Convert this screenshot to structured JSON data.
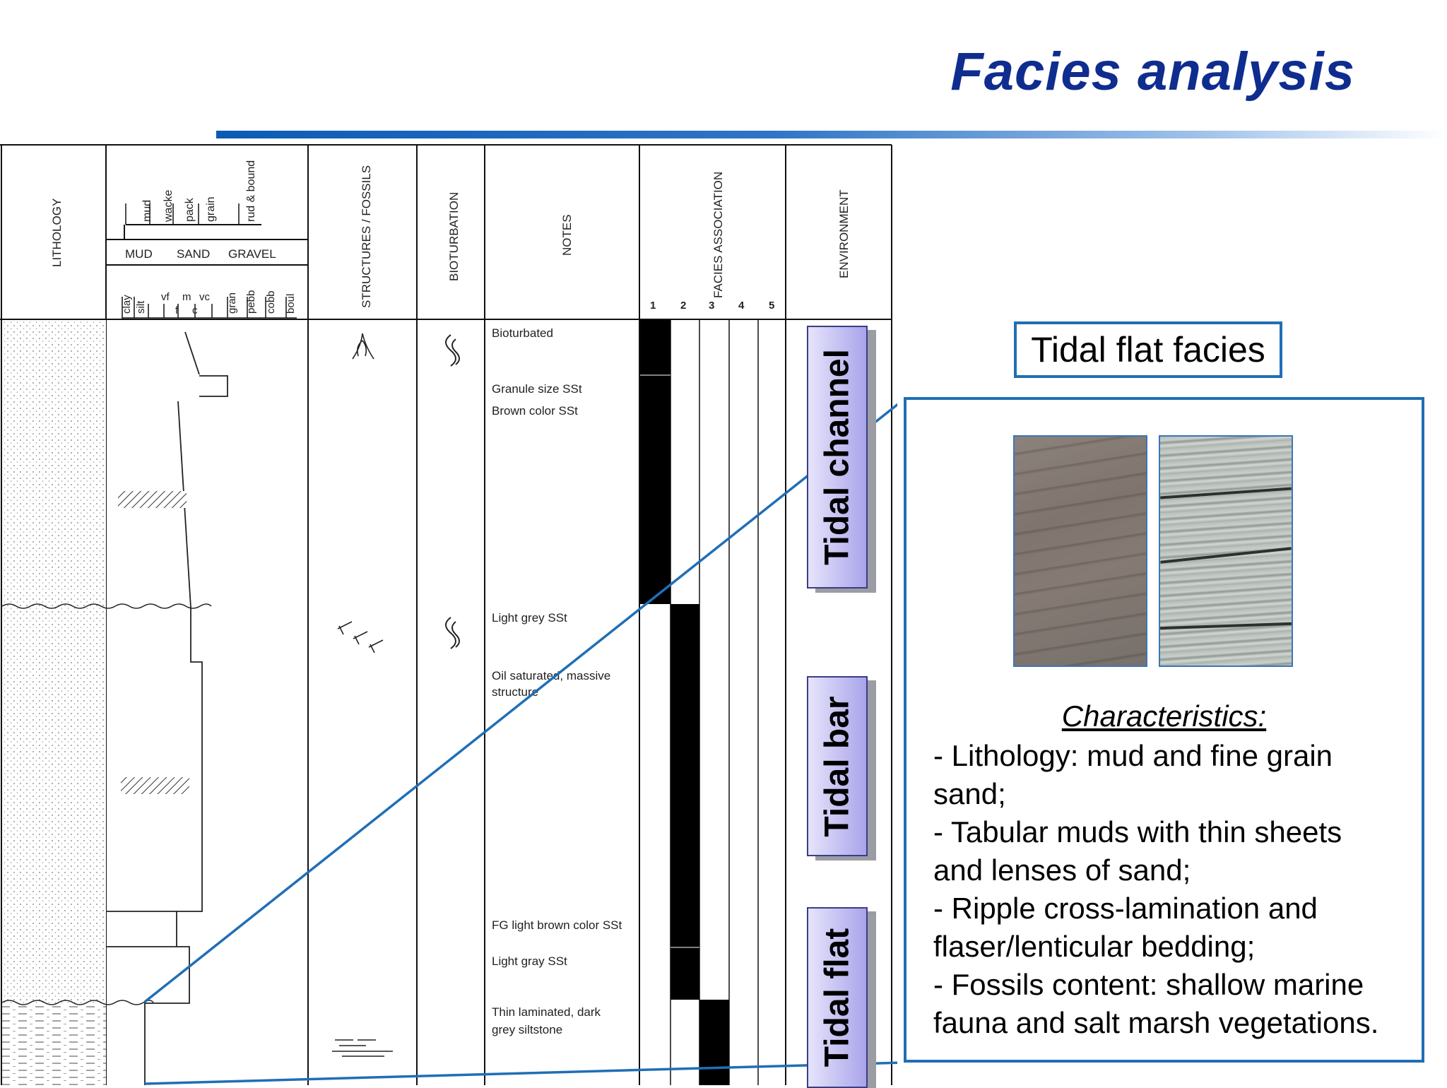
{
  "slide": {
    "title": "Facies analysis"
  },
  "log": {
    "headers": {
      "lithology": "LITHOLOGY",
      "structures": "STRUCTURES / FOSSILS",
      "bioturbation": "BIOTURBATION",
      "notes": "NOTES",
      "facies_association": "FACIES ASSOCIATION",
      "environment": "ENVIRONMENT"
    },
    "grain_scale": {
      "carbonate_labels": [
        "mud",
        "wacke",
        "pack",
        "grain",
        "rud & bound"
      ],
      "class_labels": [
        "MUD",
        "SAND",
        "GRAVEL"
      ],
      "size_labels": [
        "clay",
        "silt",
        "vf",
        "f",
        "m",
        "c",
        "vc",
        "gran",
        "pebb",
        "cobb",
        "boul"
      ]
    },
    "facies_numbers": [
      "1",
      "2",
      "3",
      "4",
      "5"
    ],
    "notes": [
      "Bioturbated",
      "Granule size SSt",
      "Brown color SSt",
      "Light grey SSt",
      "Oil saturated, massive",
      "structure",
      "FG light brown color SSt",
      "Light gray SSt",
      "Thin laminated, dark",
      "grey siltstone"
    ],
    "environments": [
      {
        "label": "Tidal channel"
      },
      {
        "label": "Tidal bar"
      },
      {
        "label": "Tidal flat"
      }
    ]
  },
  "detail": {
    "title": "Tidal flat facies",
    "characteristics_heading": "Characteristics:",
    "characteristics_lines": [
      "- Lithology: mud and fine grain",
      "sand;",
      "- Tabular muds with thin sheets",
      "and lenses of sand;",
      "- Ripple cross-lamination and",
      "flaser/lenticular bedding;",
      "- Fossils content: shallow marine",
      "fauna and salt marsh vegetations."
    ]
  },
  "colors": {
    "title": "#0f2d8f",
    "accent_blue": "#1f6fb5",
    "env_fill": "#b3aeec"
  }
}
